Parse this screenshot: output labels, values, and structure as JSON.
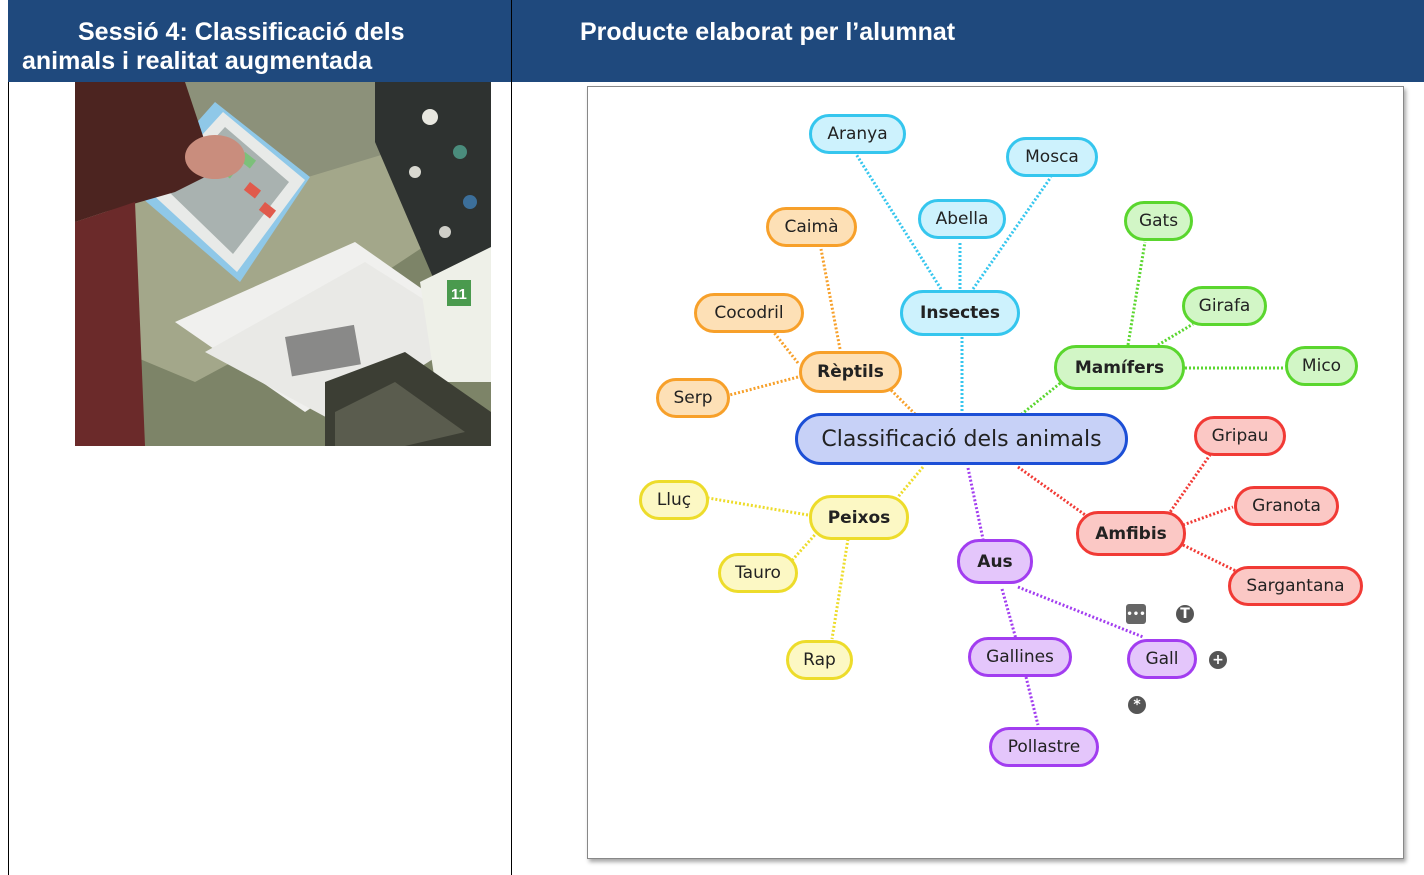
{
  "header": {
    "left_line1": "Sessió 4: Classificació dels",
    "left_line2": "animals i realitat augmentada",
    "right": "Producte elaborat per l’alumnat"
  },
  "colors": {
    "header_bg": "#1f497d",
    "insectes": "#35c6ee",
    "reptils": "#f7a02a",
    "mamifers": "#5ad62e",
    "amfibis": "#f13a35",
    "peixos": "#eddc2b",
    "aus": "#a23df0",
    "centre": "#1c4fd6"
  },
  "mindmap": {
    "centre": "Classificació dels animals",
    "insectes": "Insectes",
    "aranya": "Aranya",
    "mosca": "Mosca",
    "abella": "Abella",
    "reptils": "Rèptils",
    "caima": "Caimà",
    "cocodril": "Cocodril",
    "serp": "Serp",
    "mamifers": "Mamífers",
    "gats": "Gats",
    "girafa": "Girafa",
    "mico": "Mico",
    "amfibis": "Amfibis",
    "gripau": "Gripau",
    "granota": "Granota",
    "sargantana": "Sargantana",
    "peixos": "Peixos",
    "lluc": "Lluç",
    "tauro": "Tauro",
    "rap": "Rap",
    "aus": "Aus",
    "gallines": "Gallines",
    "pollastre": "Pollastre",
    "gall": "Gall"
  },
  "photo": {
    "sheet_number": "11"
  }
}
